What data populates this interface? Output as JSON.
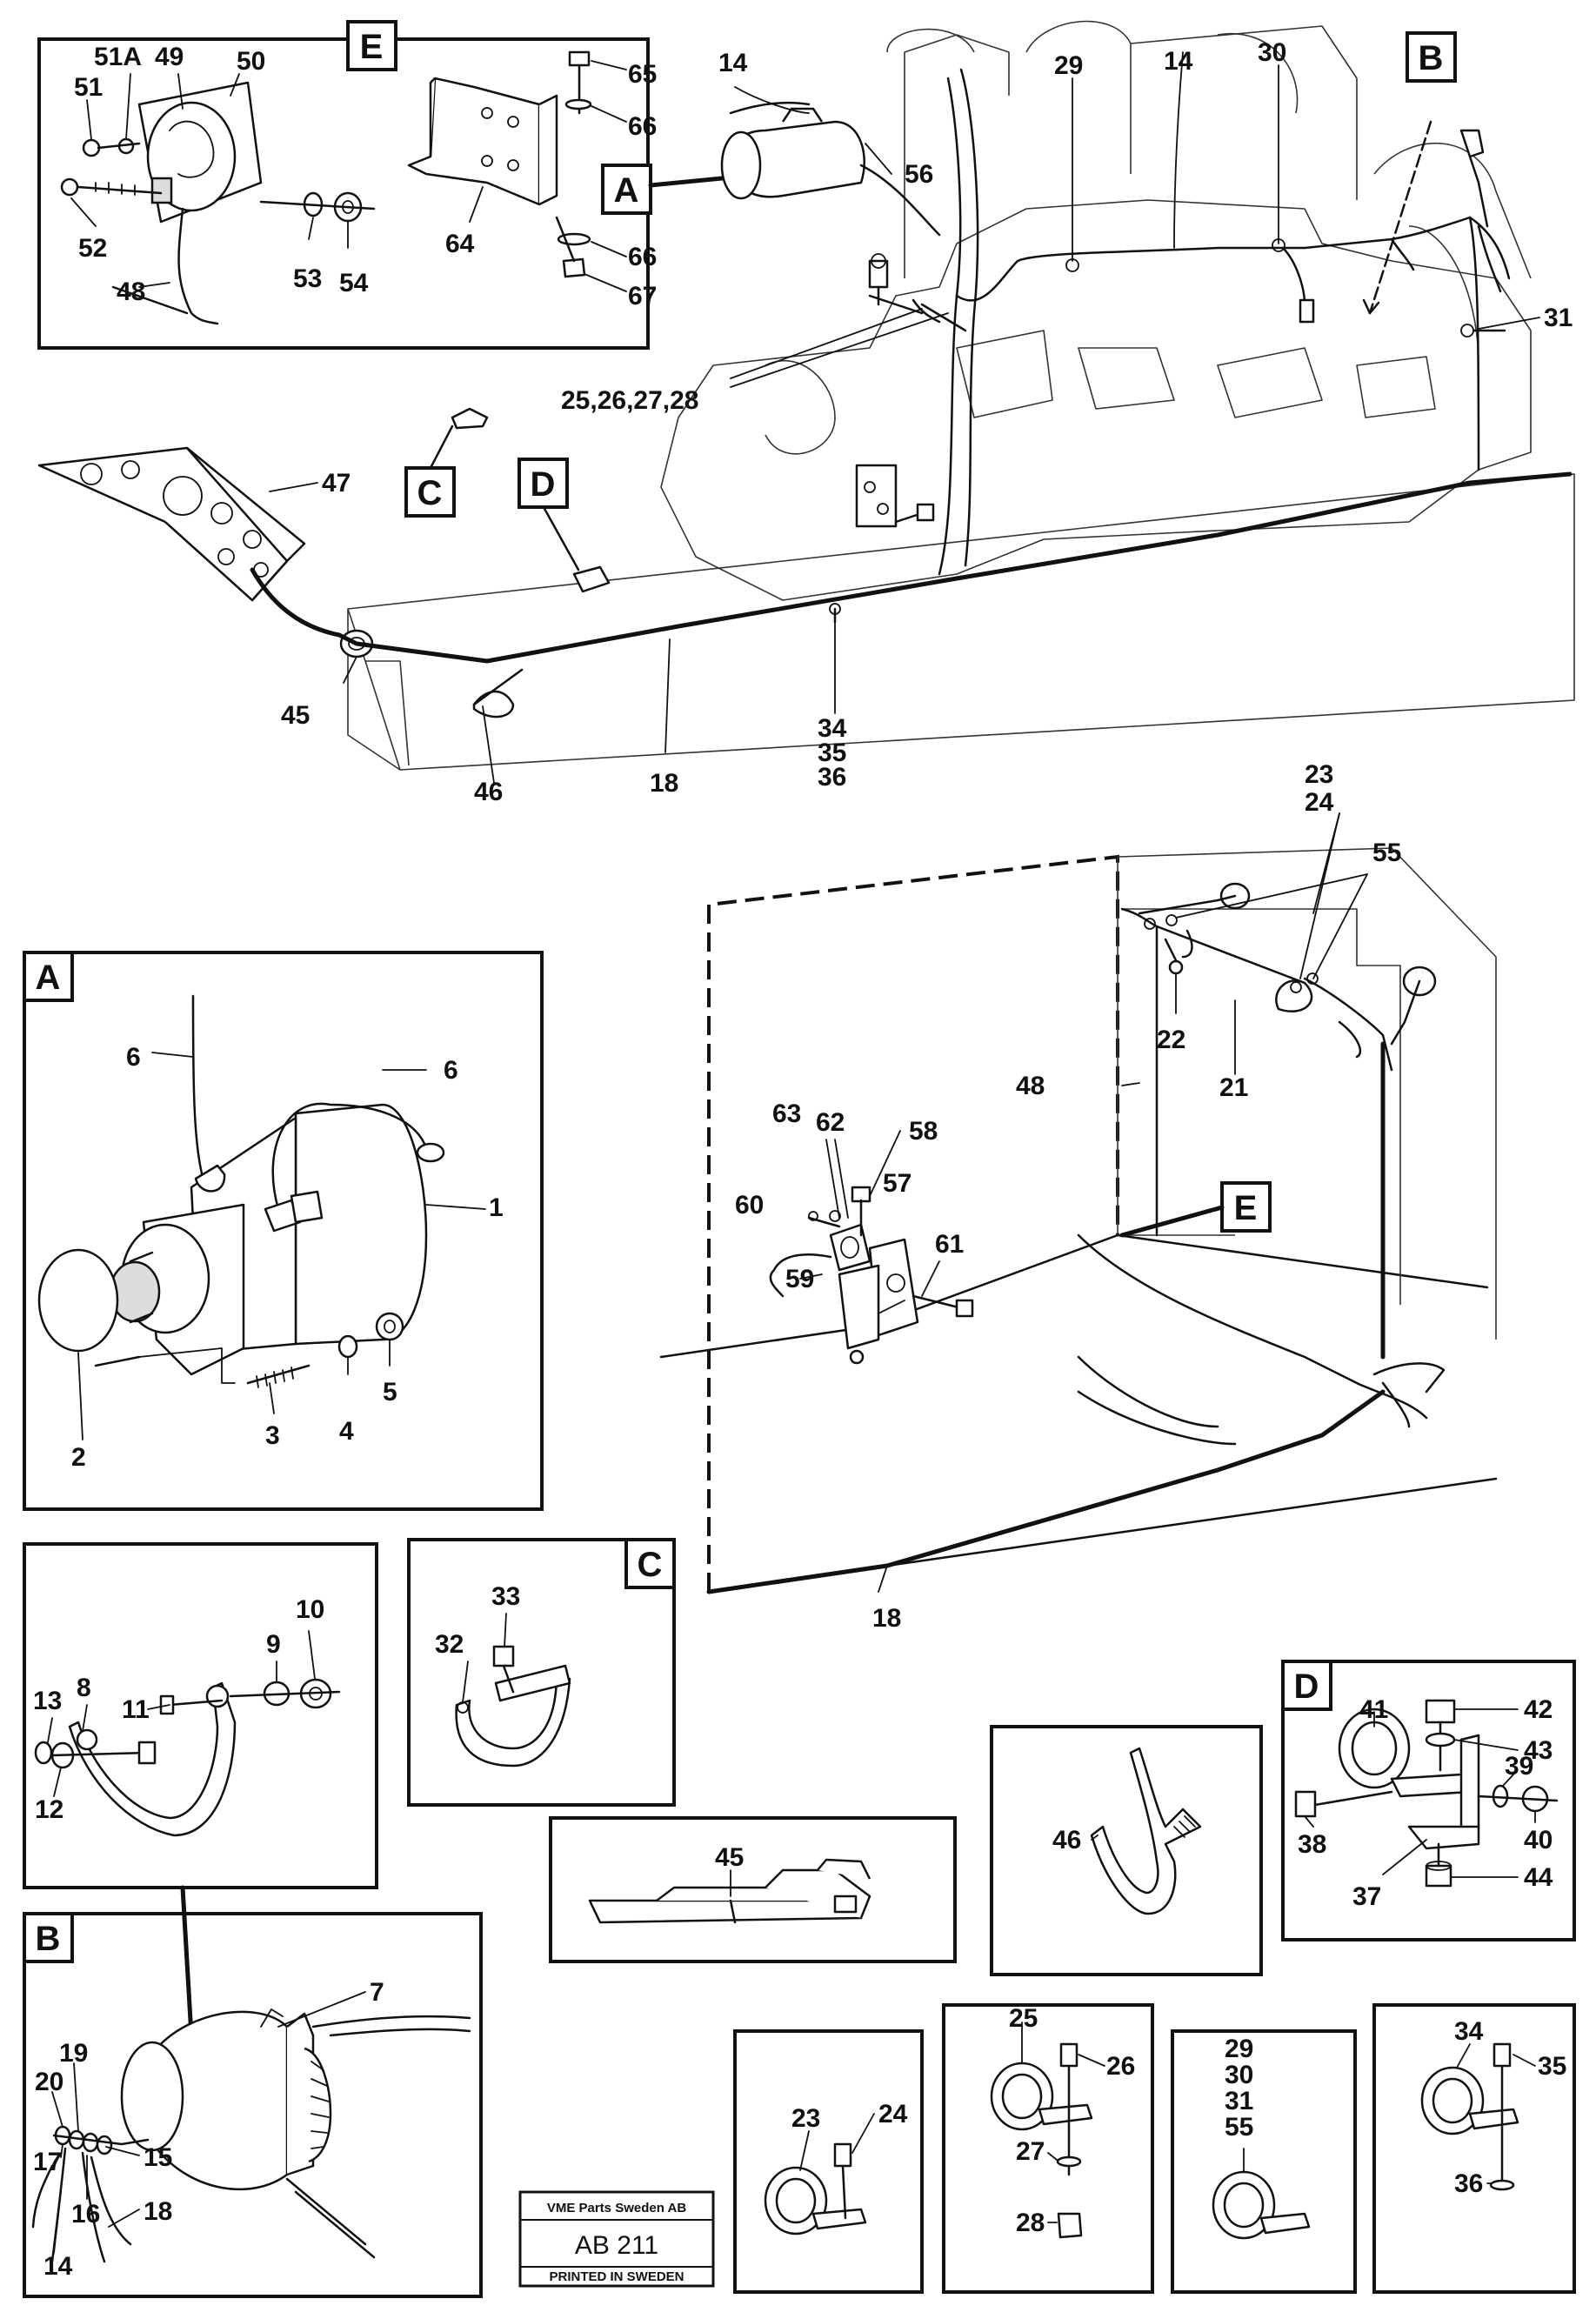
{
  "callouts": {
    "box_letters": [
      "A",
      "B",
      "C",
      "D",
      "E"
    ],
    "inset_letters": [
      "E",
      "A",
      "C",
      "B",
      "D"
    ],
    "parts": {
      "p14": "14",
      "p29": "29",
      "p14b": "14",
      "p30": "30",
      "p31": "31",
      "p56": "56",
      "p25_28": "25,26,27,28",
      "p47": "47",
      "p45": "45",
      "p46": "46",
      "p18": "18",
      "p34": "34",
      "p35": "35",
      "p36": "36",
      "p51A": "51A",
      "p49": "49",
      "p50": "50",
      "p51": "51",
      "p52": "52",
      "p48": "48",
      "p53": "53",
      "p54": "54",
      "p64": "64",
      "p65": "65",
      "p66a": "66",
      "p66b": "66",
      "p67": "67",
      "p23": "23",
      "p24": "24",
      "p55": "55",
      "p22": "22",
      "p21": "21",
      "p48b": "48",
      "p63": "63",
      "p62": "62",
      "p58": "58",
      "p60": "60",
      "p57": "57",
      "p61": "61",
      "p59": "59",
      "p18b": "18",
      "a6a": "6",
      "a6b": "6",
      "a1": "1",
      "a2": "2",
      "a3": "3",
      "a4": "4",
      "a5": "5",
      "g10": "10",
      "g9": "9",
      "g13": "13",
      "g8": "8",
      "g11": "11",
      "g12": "12",
      "c33": "33",
      "c32": "32",
      "d41": "41",
      "d42": "42",
      "d43": "43",
      "d39": "39",
      "d38": "38",
      "d40": "40",
      "d37": "37",
      "d44": "44",
      "f46": "46",
      "f45": "45",
      "b7": "7",
      "b19": "19",
      "b20": "20",
      "b17": "17",
      "b15": "15",
      "b16": "16",
      "b18": "18",
      "b14": "14",
      "h23": "23",
      "h24": "24",
      "h25": "25",
      "h26": "26",
      "h27": "27",
      "h28": "28",
      "h29": "29",
      "h30": "30",
      "h31": "31",
      "h55": "55",
      "h34": "34",
      "h35": "35",
      "h36": "36"
    }
  },
  "footer": {
    "company": "VME Parts Sweden AB",
    "code": "AB 211",
    "printed": "PRINTED IN SWEDEN"
  }
}
